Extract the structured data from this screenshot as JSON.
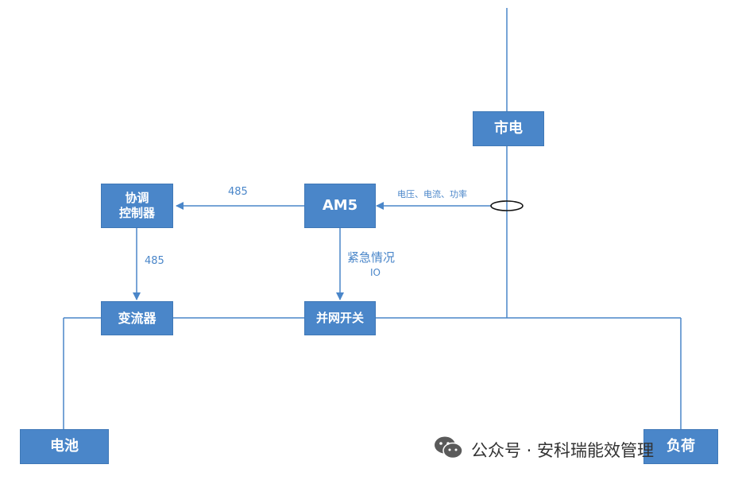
{
  "nodes": {
    "mains": "市电",
    "am5": "AM5",
    "coordinator_line1": "协调",
    "coordinator_line2": "控制器",
    "converter": "变流器",
    "grid_switch": "并网开关",
    "battery": "电池",
    "load_partial": "负荷"
  },
  "edges": {
    "measure_label": "电压、电流、功率",
    "am5_to_coord_label": "485",
    "coord_to_conv_label": "485",
    "emergency_label": "紧急情况",
    "io_label": "IO"
  },
  "watermark": {
    "text": "公众号 · 安科瑞能效管理",
    "icon": "wechat-icon"
  },
  "colors": {
    "box": "#4a86c9",
    "line": "#4a86c9"
  }
}
